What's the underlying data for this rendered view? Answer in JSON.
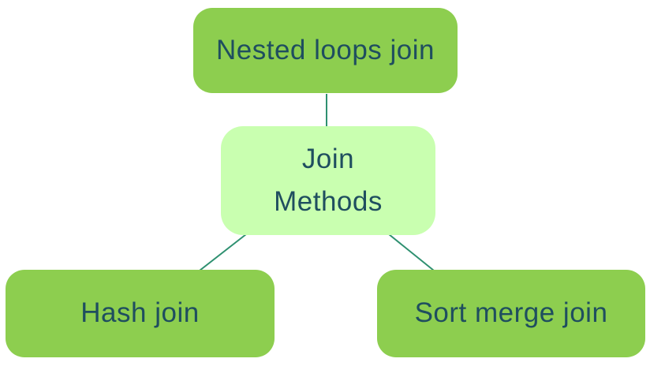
{
  "diagram": {
    "description": "Hierarchy diagram of database join methods",
    "nodes": {
      "join_methods": {
        "lines": [
          "Join",
          "Methods"
        ],
        "role": "root"
      },
      "nested_loops": {
        "label": "Nested loops join",
        "role": "child-top"
      },
      "hash_join": {
        "label": "Hash join",
        "role": "child-bottom-left"
      },
      "sort_merge": {
        "label": "Sort merge join",
        "role": "child-bottom-right"
      }
    },
    "edges": [
      {
        "from": "nested_loops",
        "to": "join_methods"
      },
      {
        "from": "join_methods",
        "to": "hash_join"
      },
      {
        "from": "join_methods",
        "to": "sort_merge"
      }
    ],
    "colors": {
      "node_green": "#8DCE4F",
      "node_light_green": "#C9FFB0",
      "text": "#1F4E5F",
      "connector": "#2E9070",
      "background": "#FFFFFF"
    }
  }
}
